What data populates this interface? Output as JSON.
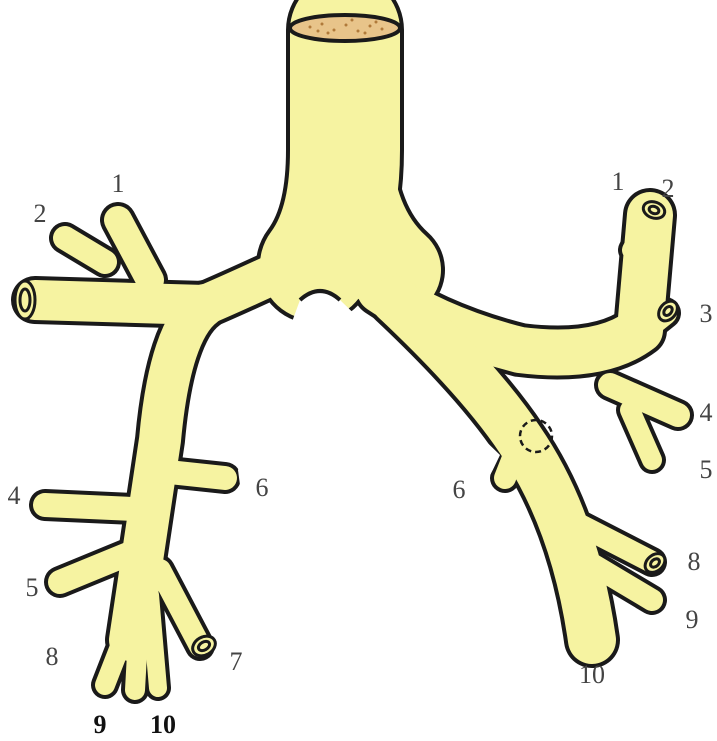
{
  "colors": {
    "airway_fill": "#F6F3A1",
    "airway_outline": "#1A1A1A",
    "cut_surface": "#E8C48A",
    "cut_dots": "#B07A3A",
    "label_color": "#444444",
    "label_bold_color": "#111111"
  },
  "right_lung_labels": {
    "seg1": "1",
    "seg2": "2",
    "seg4": "4",
    "seg5": "5",
    "seg6": "6",
    "seg7": "7",
    "seg8": "8",
    "seg9": "9",
    "seg10": "10"
  },
  "left_lung_labels": {
    "seg1": "1",
    "seg2": "2",
    "seg3": "3",
    "seg4": "4",
    "seg5": "5",
    "seg6": "6",
    "seg8": "8",
    "seg9": "9",
    "seg10": "10"
  },
  "marker": {
    "icon": "dashed-circle-icon"
  }
}
